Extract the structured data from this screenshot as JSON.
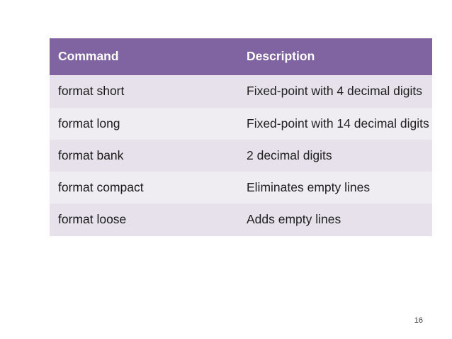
{
  "slide": {
    "page_number": "16",
    "colors": {
      "header_bg": "#8064a2",
      "header_text": "#ffffff",
      "row_odd_bg": "#e6e1ea",
      "row_even_bg": "#efecf2",
      "body_text": "#1a1a1a"
    }
  },
  "table": {
    "columns": [
      {
        "label": "Command"
      },
      {
        "label": "Description"
      }
    ],
    "rows": [
      {
        "command": "format short",
        "description": "Fixed-point with 4 decimal digits"
      },
      {
        "command": "format long",
        "description": "Fixed-point with 14 decimal digits"
      },
      {
        "command": "format  bank",
        "description": "2 decimal digits"
      },
      {
        "command": "format  compact",
        "description": "Eliminates empty lines"
      },
      {
        "command": "format  loose",
        "description": "Adds empty lines"
      }
    ]
  }
}
